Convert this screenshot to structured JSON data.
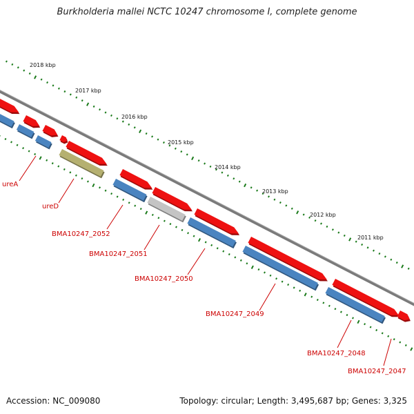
{
  "title": "Burkholderia mallei NCTC 10247 chromosome I, complete genome",
  "footer": {
    "accession": "Accession: NC_009080",
    "topology": "Topology: circular; Length: 3,495,687 bp; Genes: 3,325"
  },
  "scale_labels": [
    "2018 kbp",
    "2017 kbp",
    "2016 kbp",
    "2015 kbp",
    "2014 kbp",
    "2013 kbp",
    "2012 kbp",
    "2011 kbp"
  ],
  "gene_labels": [
    "ureA",
    "ureD",
    "BMA10247_2052",
    "BMA10247_2051",
    "BMA10247_2050",
    "BMA10247_2049",
    "BMA10247_2048",
    "BMA10247_2047"
  ],
  "colors": {
    "forward_cds": "#ee1111",
    "reverse_cds": "#4a84c0",
    "rna": "#b5b070",
    "pseudo": "#c4c4c4",
    "backbone": "#808080",
    "tick": "#1a7a1a",
    "label": "#cc0000"
  }
}
